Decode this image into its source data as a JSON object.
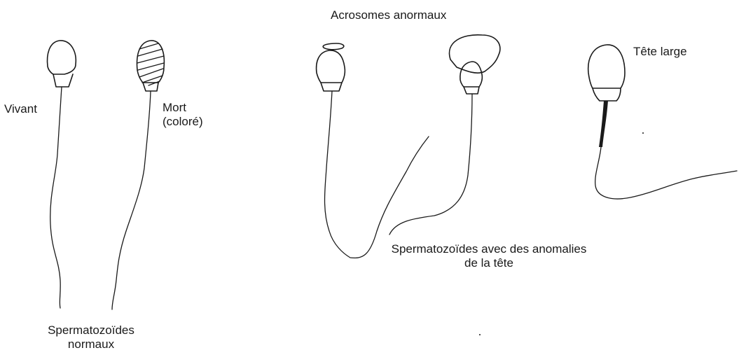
{
  "labels": {
    "vivant": "Vivant",
    "mort_line1": "Mort",
    "mort_line2": "(coloré)",
    "normaux_line1": "Spermatozoïdes",
    "normaux_line2": "normaux",
    "acrosomes": "Acrosomes anormaux",
    "tete_large": "Tête large",
    "anomalies_line1": "Spermatozoïdes avec des anomalies",
    "anomalies_line2": "de la tête"
  }
}
